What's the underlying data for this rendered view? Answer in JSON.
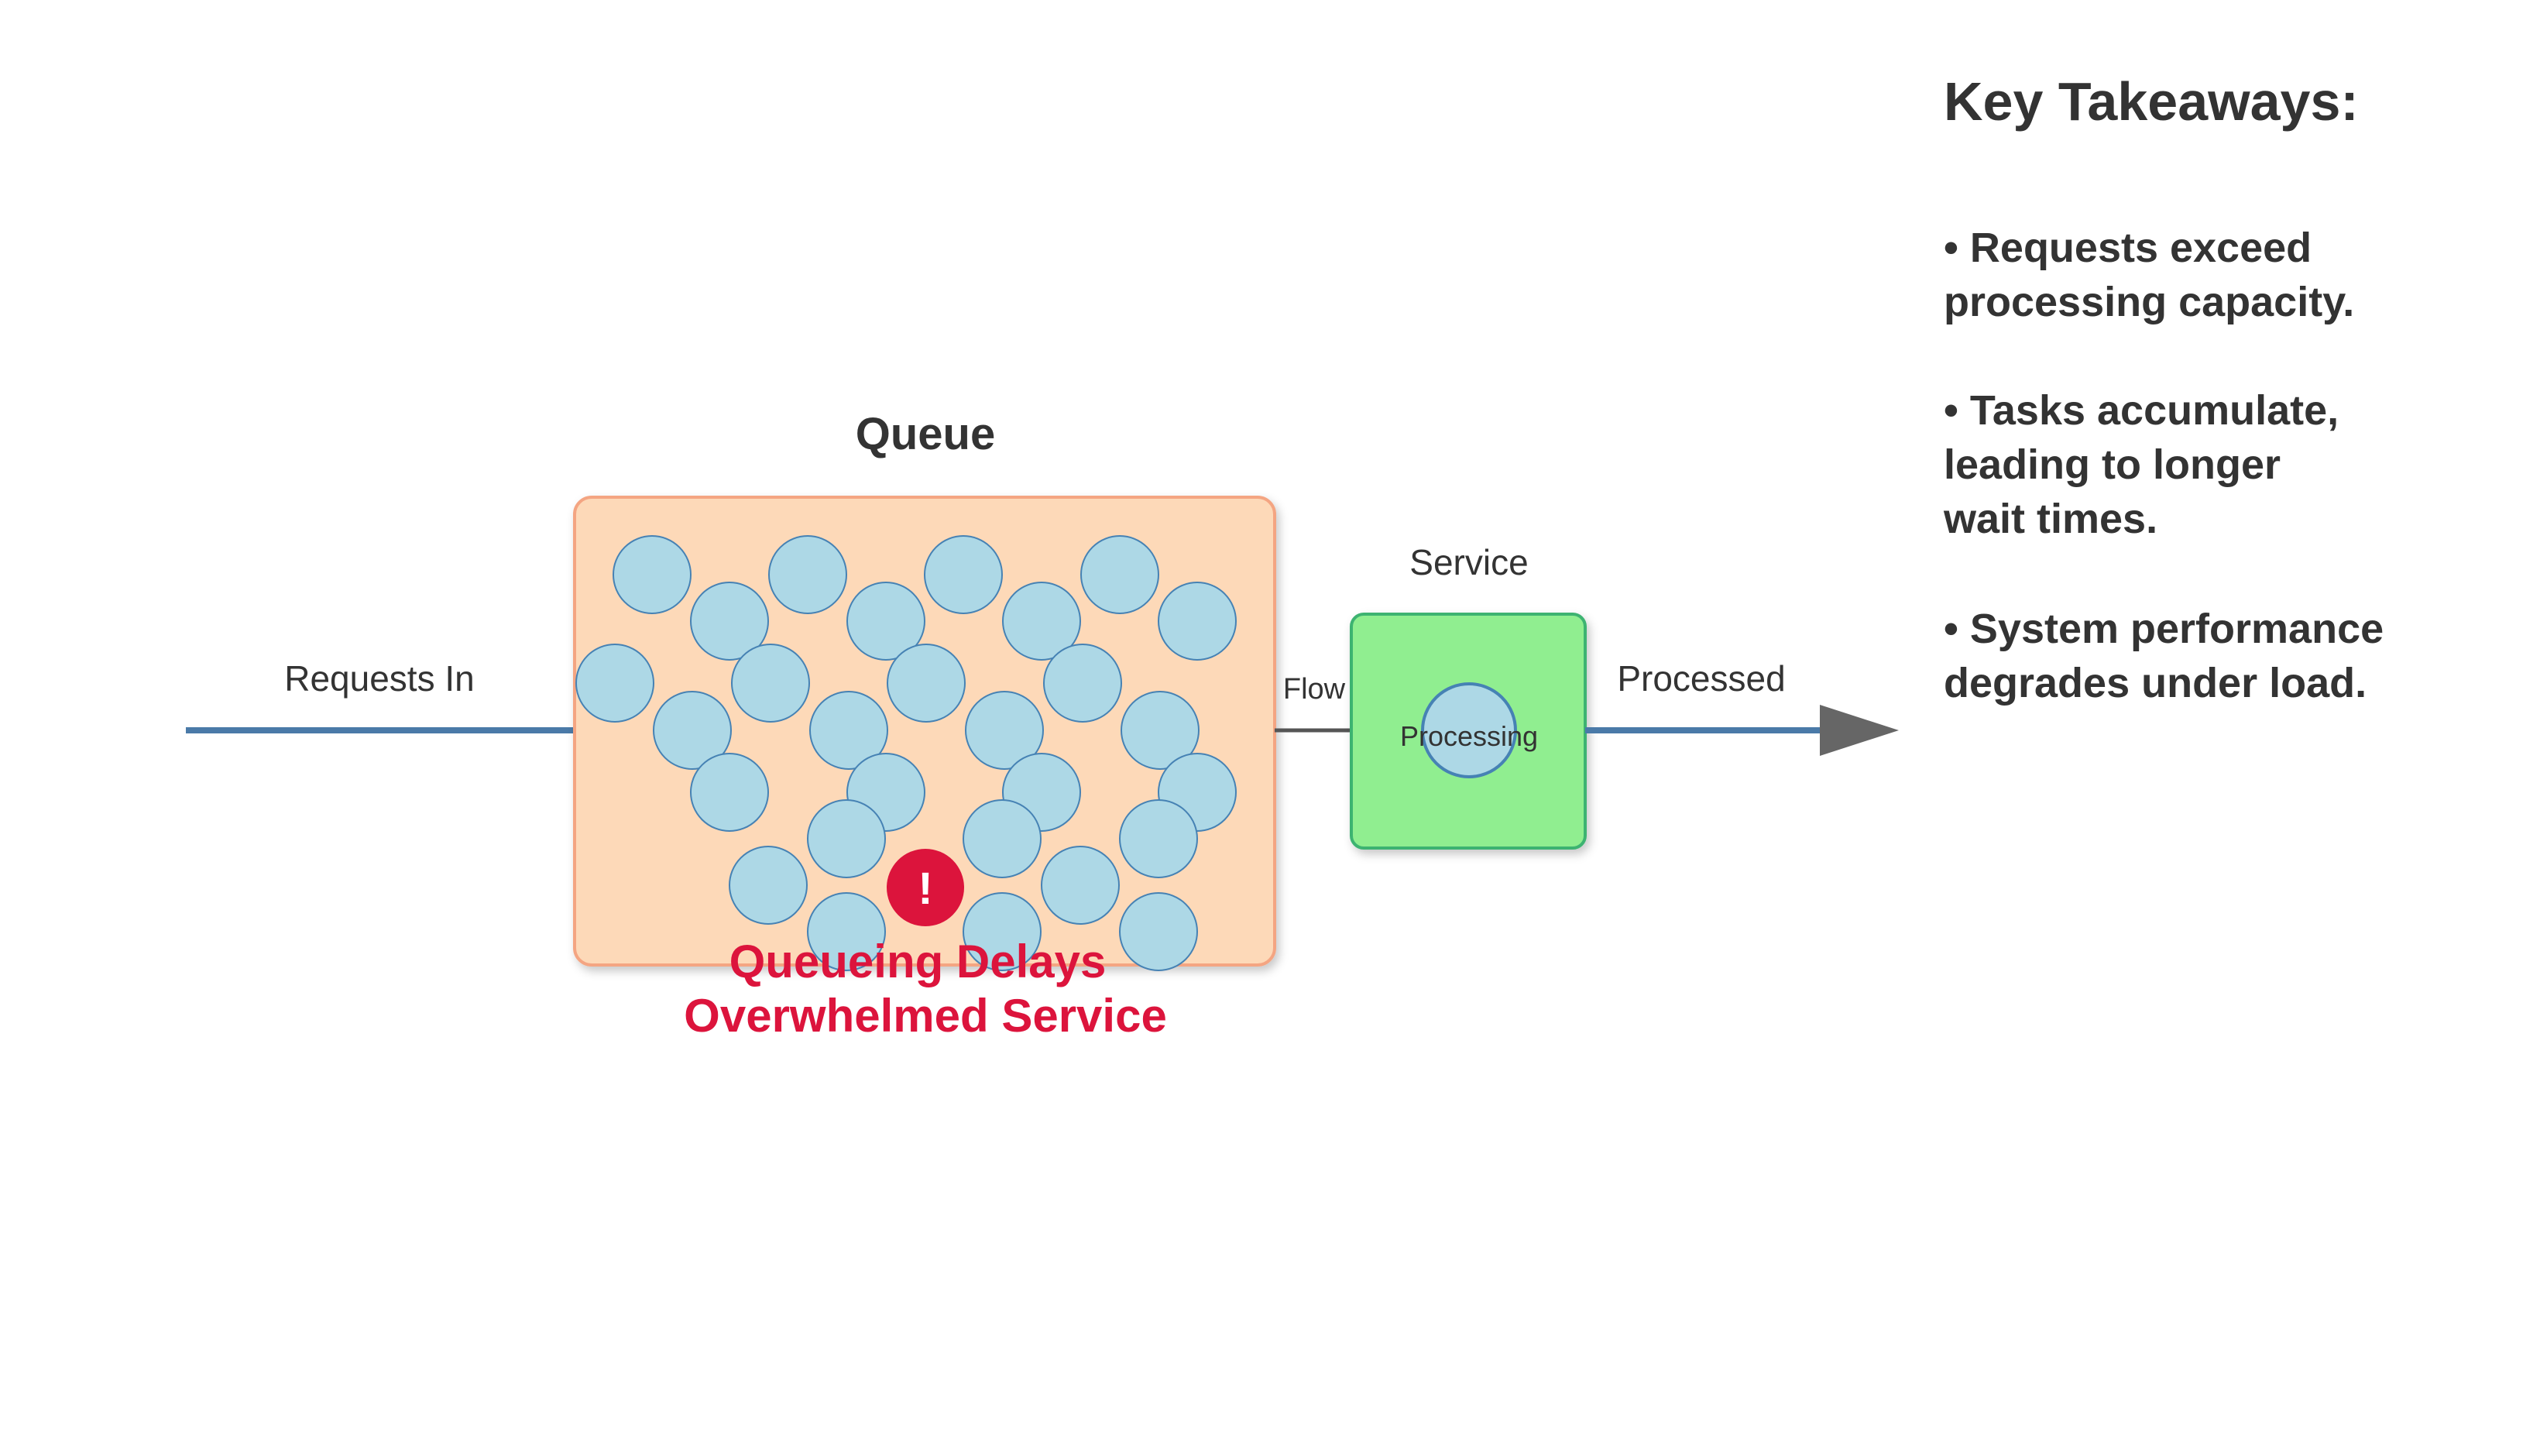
{
  "labels": {
    "queue": "Queue",
    "service": "Service",
    "requests_in": "Requests In",
    "flow": "Flow",
    "processed": "Processed",
    "processing": "Processing"
  },
  "warning": {
    "icon": "!",
    "line1": "Queueing Delays",
    "line2": "Overwhelmed Service"
  },
  "takeaways": {
    "title": "Key Takeaways:",
    "items": [
      [
        "• Requests exceed",
        "processing capacity."
      ],
      [
        "• Tasks accumulate,",
        "leading to longer",
        "wait times."
      ],
      [
        "• System performance",
        "degrades under load."
      ]
    ]
  },
  "colors": {
    "queue_fill": "#fdd9b8",
    "queue_stroke": "#f4a582",
    "service_fill": "#90ee90",
    "service_stroke": "#3cb371",
    "request_fill": "#add8e6",
    "request_stroke": "#4682b4",
    "line": "#4a7aa8",
    "arrow": "#666666",
    "warning": "#dc143c",
    "text": "#333333"
  },
  "queue_request_count": 30
}
